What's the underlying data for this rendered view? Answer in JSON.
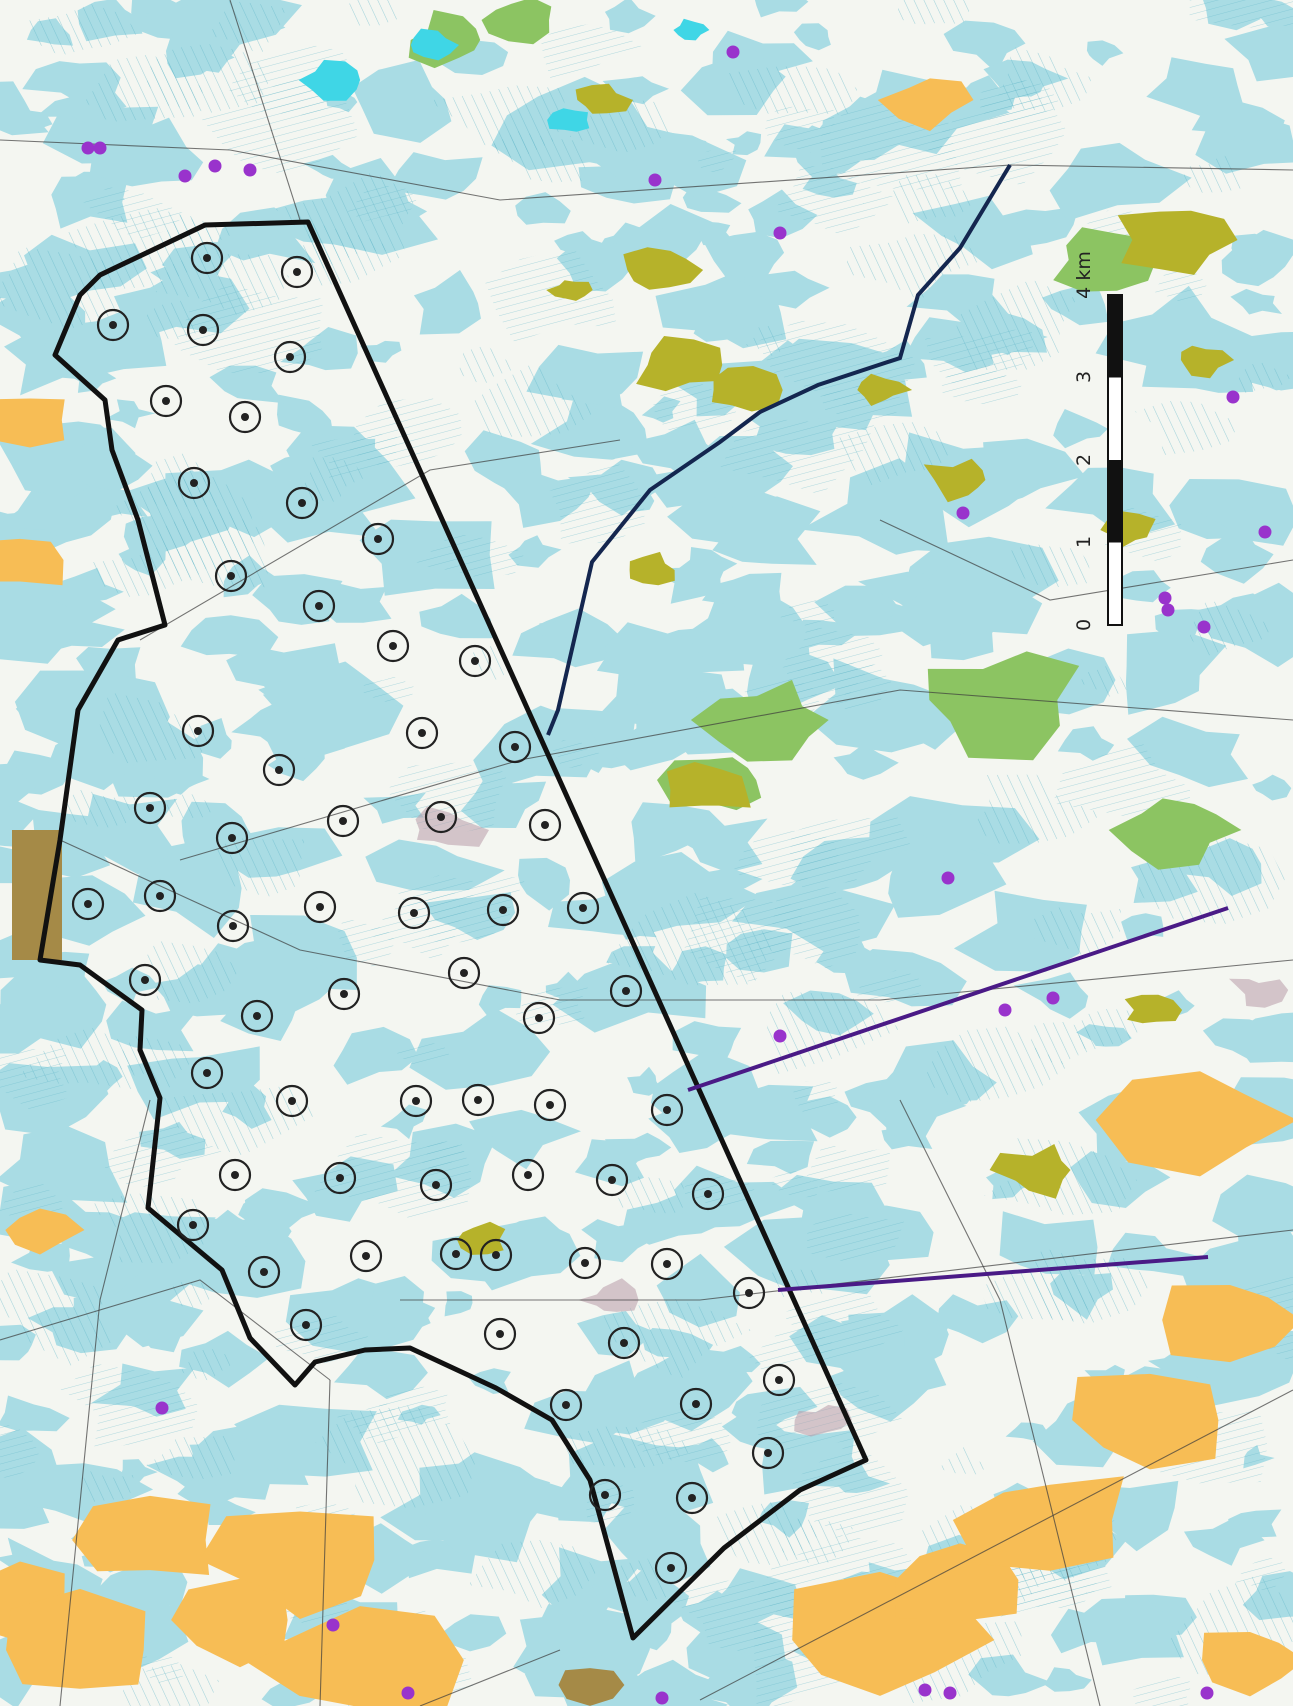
{
  "map": {
    "colors": {
      "paper": "#f4f6f1",
      "wetland": "#a9dce4",
      "wetland_line": "#5fb6c8",
      "forest_green": "#8cc462",
      "olive": "#b6b22a",
      "field": "#f7bd55",
      "lake": "#3fd6e6",
      "rock": "#b89aa8",
      "urban": "#a58a47",
      "boundary": "#111111",
      "cable_navy": "#14264f",
      "cable_purple": "#4a1a86",
      "dwelling": "#9933cc",
      "turbine": "#222222"
    },
    "scale_bar": {
      "labels": [
        "0",
        "1",
        "2",
        "3",
        "4 km"
      ]
    },
    "icons": {
      "turbine": "wind-turbine-icon",
      "dwelling": "dwelling-icon"
    }
  }
}
